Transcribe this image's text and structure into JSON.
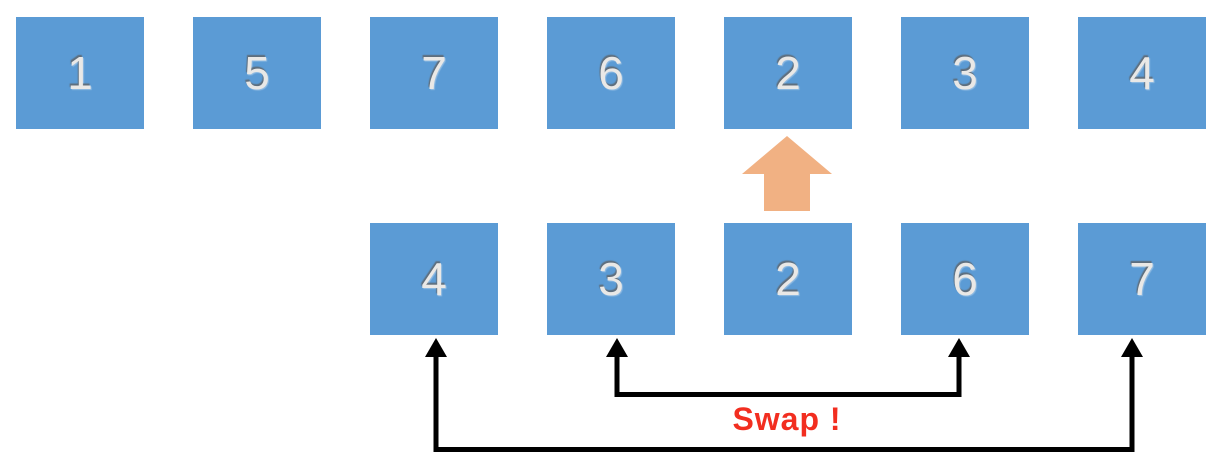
{
  "diagram": {
    "top_row": {
      "cells": [
        "1",
        "5",
        "7",
        "6",
        "2",
        "3",
        "4"
      ]
    },
    "bottom_row": {
      "cells": [
        "4",
        "3",
        "2",
        "6",
        "7"
      ]
    },
    "swap_label": "Swap !",
    "up_arrow_icon": "thick-up-arrow",
    "swap_arrows": [
      {
        "from_value": "3",
        "to_value": "6"
      },
      {
        "from_value": "4",
        "to_value": "7"
      }
    ]
  },
  "colors": {
    "box_fill": "#5B9BD5",
    "digit": "#E9E8E6",
    "up_arrow_fill": "#F1B183",
    "swap_text": "#F22E20",
    "bracket": "#000000"
  }
}
